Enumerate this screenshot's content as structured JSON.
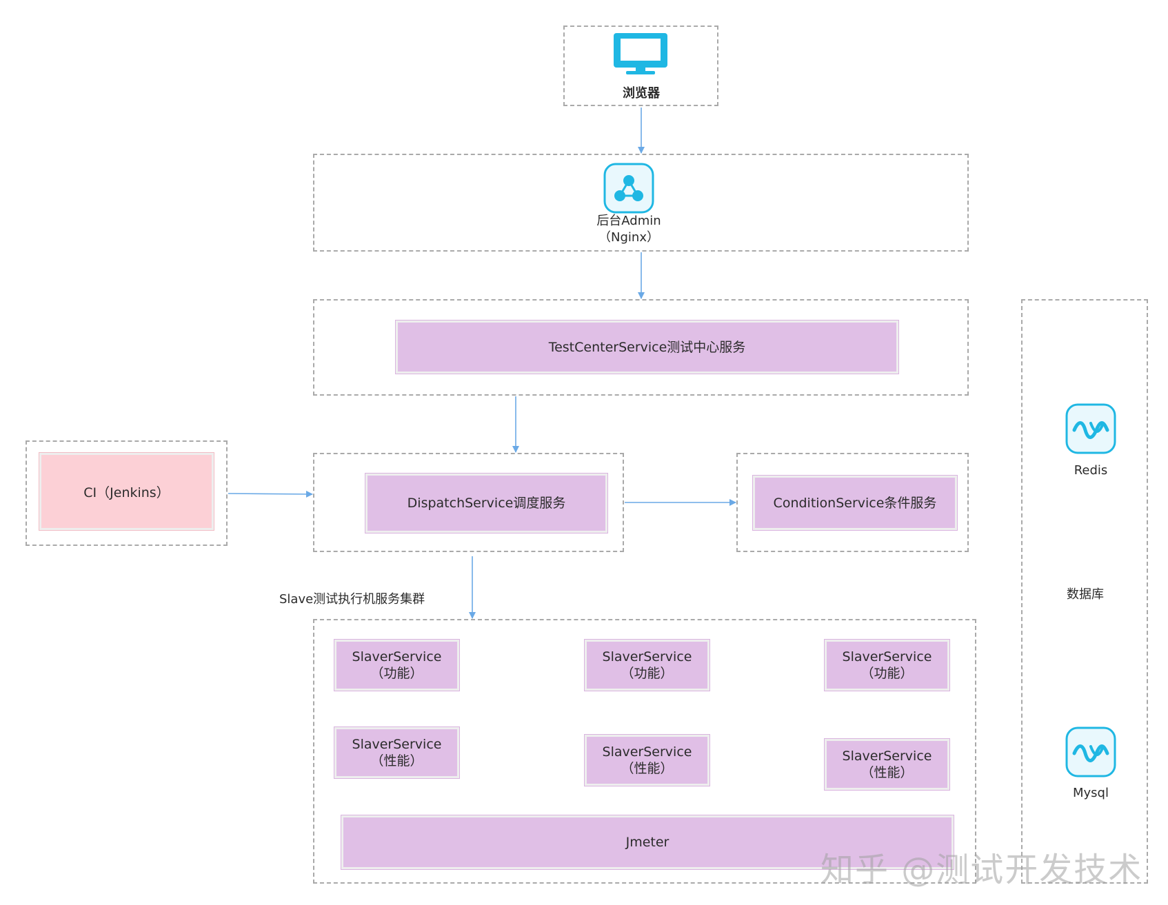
{
  "browser": {
    "label": "浏览器",
    "icon": "monitor-icon"
  },
  "admin": {
    "line1": "后台Admin",
    "line2": "（Nginx）",
    "icon": "network-node-icon"
  },
  "testcenter": {
    "label": "TestCenterService测试中心服务"
  },
  "ci": {
    "label": "CI（Jenkins）"
  },
  "dispatch": {
    "label": "DispatchService调度服务"
  },
  "condition": {
    "label": "ConditionService条件服务"
  },
  "cluster": {
    "title": "Slave测试执行机服务集群",
    "services": [
      {
        "name": "SlaverService",
        "type": "（功能）"
      },
      {
        "name": "SlaverService",
        "type": "（功能）"
      },
      {
        "name": "SlaverService",
        "type": "（功能）"
      },
      {
        "name": "SlaverService",
        "type": "（性能）"
      },
      {
        "name": "SlaverService",
        "type": "（性能）"
      },
      {
        "name": "SlaverService",
        "type": "（性能）"
      }
    ],
    "jmeter": "Jmeter"
  },
  "database": {
    "label": "数据库",
    "redis": {
      "label": "Redis",
      "icon": "wave-icon"
    },
    "mysql": {
      "label": "Mysql",
      "icon": "wave-icon"
    }
  },
  "watermark": "知乎 @测试开发技术",
  "colors": {
    "service_fill": "#e0bfe6",
    "ci_fill": "#fcd0d6",
    "arrow": "#6aa9e6",
    "icon_accent": "#1fb7e3",
    "dashed_border": "#a9a9a9"
  }
}
